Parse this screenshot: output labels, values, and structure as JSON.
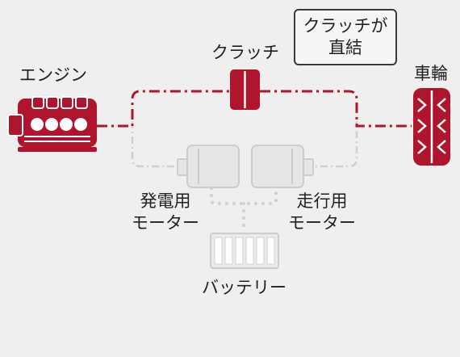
{
  "labels": {
    "engine": "エンジン",
    "clutch": "クラッチ",
    "callout_line1": "クラッチが",
    "callout_line2": "直結",
    "wheel": "車輪",
    "generator_line1": "発電用",
    "generator_line2": "モーター",
    "drive_motor_line1": "走行用",
    "drive_motor_line2": "モーター",
    "battery": "バッテリー"
  },
  "colors": {
    "active": "#b0152e",
    "inactive": "#cfcfcf",
    "background": "#f0efef",
    "text": "#231f20"
  }
}
